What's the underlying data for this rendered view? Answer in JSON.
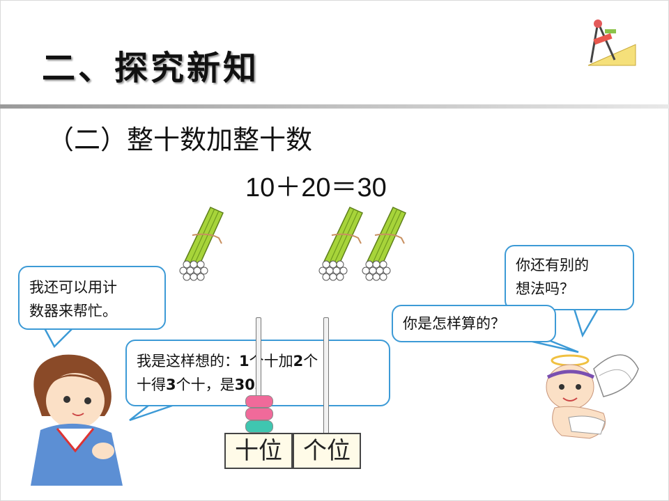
{
  "header": {
    "title": "二、探究新知"
  },
  "section": {
    "subtitle": "（二）整十数加整十数"
  },
  "equation": "10＋20＝30",
  "bubbles": {
    "left": {
      "line1": "我还可以用计",
      "line2": "数器来帮忙。"
    },
    "middle": {
      "line1_a": "我是这样想的：",
      "line1_b": "1",
      "line1_c": "个十加",
      "line1_d": "2",
      "line1_e": "个",
      "line2_a": "十得",
      "line2_b": "3",
      "line2_c": "个十，是",
      "line2_d": "30",
      "line2_e": "。"
    },
    "right1": {
      "text": "你是怎样算的？"
    },
    "right2": {
      "line1": "你还有别的",
      "line2": "想法吗？"
    }
  },
  "counter": {
    "tens_label": "十位",
    "ones_label": "个位",
    "tens_beads": 3,
    "ones_beads": 0
  },
  "bundles": {
    "left_group": 1,
    "right_group": 2
  },
  "colors": {
    "stick": "#a7d43a",
    "bubble_border": "#3c9ad6",
    "bead_pink": "#f06a9a",
    "bead_teal": "#3fc6b0"
  }
}
